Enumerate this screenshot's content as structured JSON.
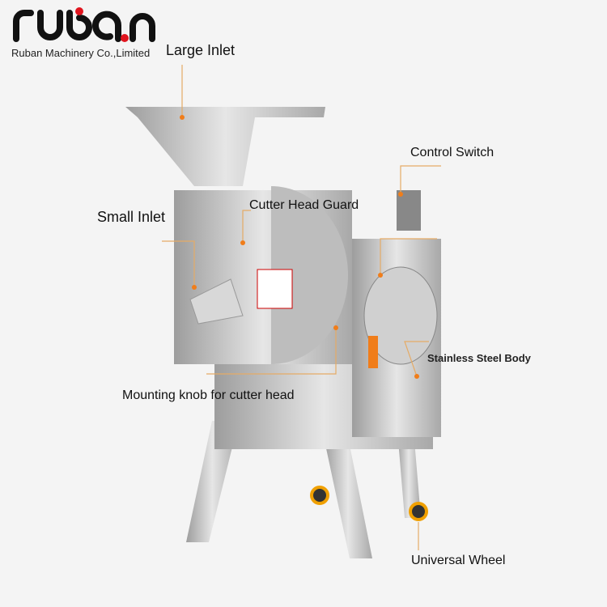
{
  "brand": {
    "logo_text": "ruban",
    "company": "Ruban Machinery Co.,Limited"
  },
  "labels": {
    "large_inlet": "Large Inlet",
    "control_switch": "Control Switch",
    "cutter_head_guard": "Cutter Head Guard",
    "small_inlet": "Small Inlet",
    "stainless_steel_body": "Stainless Steel Body",
    "mounting_knob": "Mounting knob for cutter head",
    "universal_wheel": "Universal Wheel"
  },
  "colors": {
    "accent": "#f07d1a",
    "logo_dot": "#e0141e",
    "steel": "#c9c9c9"
  }
}
